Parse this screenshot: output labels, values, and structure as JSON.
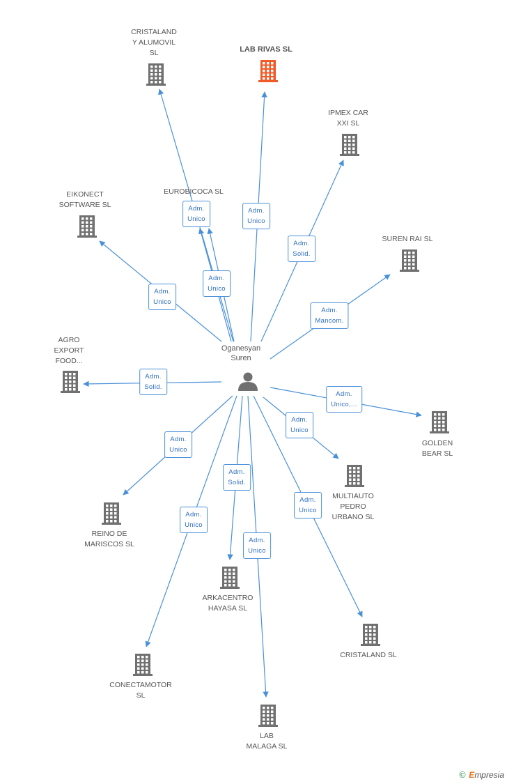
{
  "center": {
    "name": "Oganesyan\nSuren"
  },
  "companies": [
    {
      "id": "lab-rivas",
      "label": "LAB RIVAS SL",
      "highlight": true
    },
    {
      "id": "cristaland-alumovil",
      "label": "CRISTALAND\nY ALUMOVIL\nSL",
      "highlight": false
    },
    {
      "id": "ipmex",
      "label": "IPMEX CAR\nXXI SL",
      "highlight": false
    },
    {
      "id": "eikonect",
      "label": "EIKONECT\nSOFTWARE SL",
      "highlight": false
    },
    {
      "id": "eurobicoca",
      "label": "EUROBICOCA SL",
      "highlight": false
    },
    {
      "id": "suren-rai",
      "label": "SUREN RAI SL",
      "highlight": false
    },
    {
      "id": "agro-export",
      "label": "AGRO\nEXPORT\nFOOD...",
      "highlight": false
    },
    {
      "id": "golden-bear",
      "label": "GOLDEN\nBEAR SL",
      "highlight": false
    },
    {
      "id": "multiauto",
      "label": "MULTIAUTO\nPEDRO\nURBANO SL",
      "highlight": false
    },
    {
      "id": "reino-mariscos",
      "label": "REINO DE\nMARISCOS SL",
      "highlight": false
    },
    {
      "id": "arkacentro",
      "label": "ARKACENTRO\nHAYASA SL",
      "highlight": false
    },
    {
      "id": "cristaland",
      "label": "CRISTALAND SL",
      "highlight": false
    },
    {
      "id": "conectamotor",
      "label": "CONECTAMOTOR\nSL",
      "highlight": false
    },
    {
      "id": "lab-malaga",
      "label": "LAB\nMALAGA SL",
      "highlight": false
    }
  ],
  "edges": [
    {
      "target": "cristaland-alumovil",
      "label": "Adm.\nUnico"
    },
    {
      "target": "lab-rivas",
      "label": "Adm.\nUnico"
    },
    {
      "target": "eurobicoca",
      "label": "Adm.\nUnico"
    },
    {
      "target": "ipmex",
      "label": "Adm.\nSolid."
    },
    {
      "target": "eikonect",
      "label": "Adm.\nUnico"
    },
    {
      "target": "suren-rai",
      "label": "Adm.\nMancom."
    },
    {
      "target": "agro-export",
      "label": "Adm.\nSolid."
    },
    {
      "target": "golden-bear",
      "label": "Adm.\nUnico,..."
    },
    {
      "target": "multiauto",
      "label": "Adm.\nUnico"
    },
    {
      "target": "reino-mariscos",
      "label": "Adm.\nUnico"
    },
    {
      "target": "arkacentro",
      "label": "Adm.\nSolid."
    },
    {
      "target": "conectamotor",
      "label": "Adm.\nUnico"
    },
    {
      "target": "lab-malaga",
      "label": "Adm.\nUnico"
    },
    {
      "target": "cristaland",
      "label": "Adm.\nUnico"
    }
  ],
  "colors": {
    "edge": "#4a90d9",
    "building": "#707070",
    "highlight": "#f05a28",
    "person": "#707070"
  },
  "footer": {
    "copyright": "©",
    "brand_e": "E",
    "brand_rest": "mpresia"
  }
}
